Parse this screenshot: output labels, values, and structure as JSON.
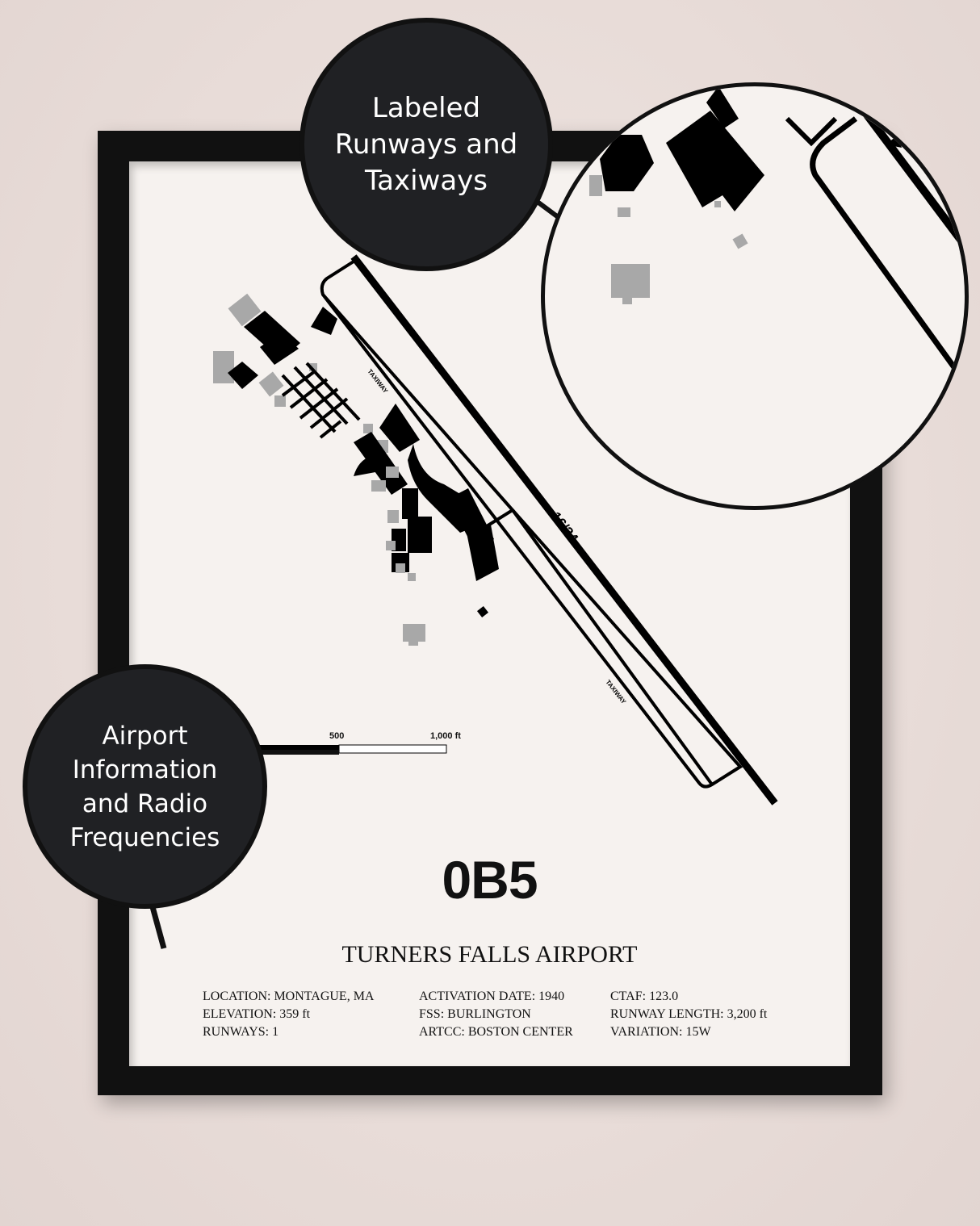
{
  "poster": {
    "airport_code": "0B5",
    "airport_name": "TURNERS FALLS AIRPORT",
    "runway_label": "16/34",
    "taxiway_labels": [
      "TAXIWAY",
      "TAXIWAY"
    ],
    "scale_labels": [
      "500",
      "1,000 ft"
    ],
    "info_columns": [
      [
        "LOCATION: MONTAGUE, MA",
        "ELEVATION: 359 ft",
        "RUNWAYS: 1"
      ],
      [
        "ACTIVATION DATE: 1940",
        "FSS: BURLINGTON",
        "ARTCC: BOSTON CENTER"
      ],
      [
        "CTAF: 123.0",
        "RUNWAY LENGTH: 3,200 ft",
        "VARIATION: 15W"
      ]
    ]
  },
  "callouts": {
    "top": [
      "Labeled",
      "Runways and",
      "Taxiways"
    ],
    "left": [
      "Airport",
      "Information",
      "and Radio",
      "Frequencies"
    ]
  },
  "colors": {
    "frame": "#111111",
    "mat": "#f6f2ef",
    "bubble": "#202124",
    "building_secondary": "#a8a8a8",
    "wall": "#eadfdc"
  }
}
